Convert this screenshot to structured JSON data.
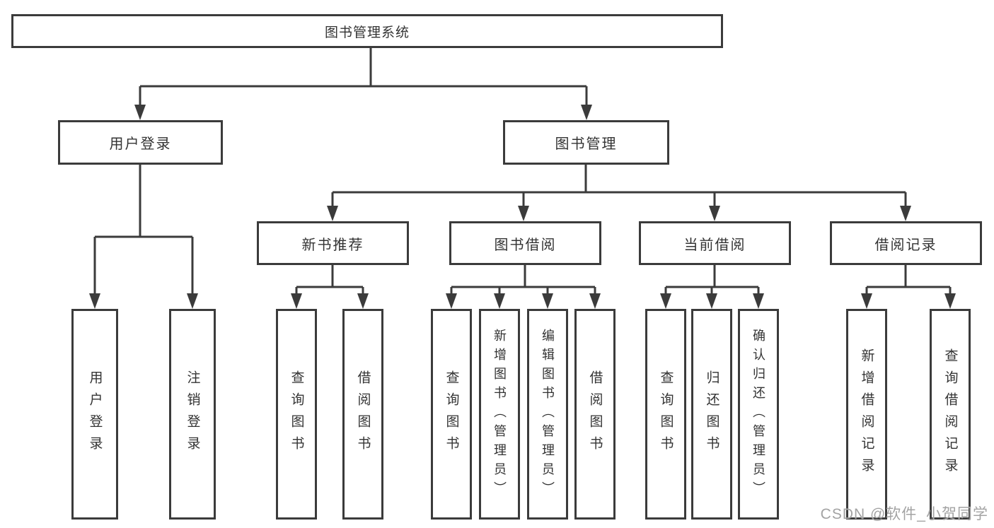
{
  "diagram": {
    "root": {
      "label": "图书管理系统"
    },
    "branches": [
      {
        "label": "用户登录",
        "children": [
          "用户登录",
          "注销登录"
        ]
      },
      {
        "label": "图书管理"
      }
    ],
    "modules": [
      {
        "label": "新书推荐",
        "children": [
          "查询图书",
          "借阅图书"
        ]
      },
      {
        "label": "图书借阅",
        "children": [
          "查询图书",
          "新增图书（管理员）",
          "编辑图书（管理员）",
          "借阅图书"
        ]
      },
      {
        "label": "当前借阅",
        "children": [
          "查询图书",
          "归还图书",
          "确认归还（管理员）"
        ]
      },
      {
        "label": "借阅记录",
        "children": [
          "新增借阅记录",
          "查询借阅记录"
        ]
      }
    ]
  },
  "watermark": {
    "text": "CSDN @软件_小贺同学"
  },
  "colors": {
    "line": "#3b3b3b",
    "text": "#333333",
    "watermark": "#a3a3a3",
    "background": "#ffffff"
  }
}
